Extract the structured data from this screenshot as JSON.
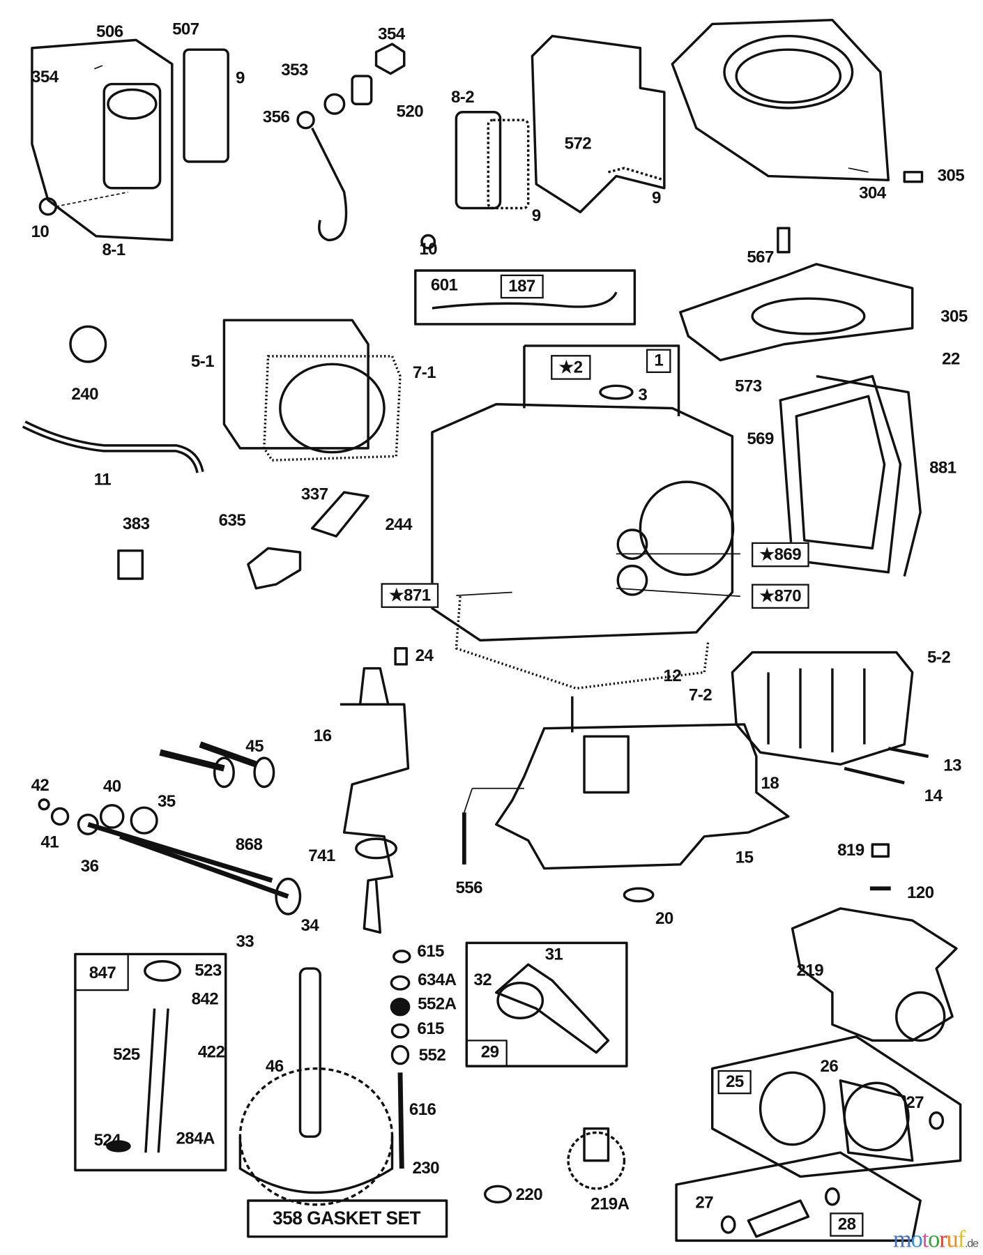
{
  "labels": {
    "l506": "506",
    "l507": "507",
    "l354a": "354",
    "l9a": "9",
    "l10a": "10",
    "l8_1": "8-1",
    "l353": "353",
    "l354b": "354",
    "l356": "356",
    "l520": "520",
    "l8_2": "8-2",
    "l572": "572",
    "l9b": "9",
    "l9c": "9",
    "l10b": "10",
    "l304": "304",
    "l305a": "305",
    "l567": "567",
    "l601": "601",
    "l187": "187",
    "l305b": "305",
    "l22": "22",
    "l573": "573",
    "l240": "240",
    "l5_1": "5-1",
    "l7_1": "7-1",
    "l2": "★2",
    "l1": "1",
    "l3": "3",
    "l569": "569",
    "l881": "881",
    "l11": "11",
    "l383": "383",
    "l337": "337",
    "l635": "635",
    "l244": "244",
    "l869": "★869",
    "l871": "★871",
    "l870": "★870",
    "l24": "24",
    "l5_2": "5-2",
    "l12": "12",
    "l7_2": "7-2",
    "l16": "16",
    "l45": "45",
    "l18": "18",
    "l13": "13",
    "l14": "14",
    "l42": "42",
    "l40": "40",
    "l35": "35",
    "l41": "41",
    "l868": "868",
    "l36": "36",
    "l741": "741",
    "l15": "15",
    "l556": "556",
    "l819": "819",
    "l120": "120",
    "l33": "33",
    "l34": "34",
    "l20": "20",
    "l615a": "615",
    "l31": "31",
    "l847": "847",
    "l523": "523",
    "l842": "842",
    "l634A": "634A",
    "l32": "32",
    "l552A": "552A",
    "l219": "219",
    "l615b": "615",
    "l525": "525",
    "l422": "422",
    "l552": "552",
    "l29": "29",
    "l46": "46",
    "l25": "25",
    "l26": "26",
    "l27a": "27",
    "l616": "616",
    "l524": "524",
    "l284A": "284A",
    "l230": "230",
    "l220": "220",
    "l219A": "219A",
    "l358": "358 GASKET SET",
    "l27b": "27",
    "l28": "28"
  },
  "watermark": {
    "brand": "motoruf",
    "suffix": ".de"
  },
  "colors": {
    "ink": "#111111",
    "wm_m": "#4a6fc4",
    "wm_o1": "#3a8fd0",
    "wm_t": "#e0509a",
    "wm_o2": "#3aa040",
    "wm_r": "#e04030",
    "wm_u": "#f08c20",
    "wm_f": "#e8c020"
  }
}
